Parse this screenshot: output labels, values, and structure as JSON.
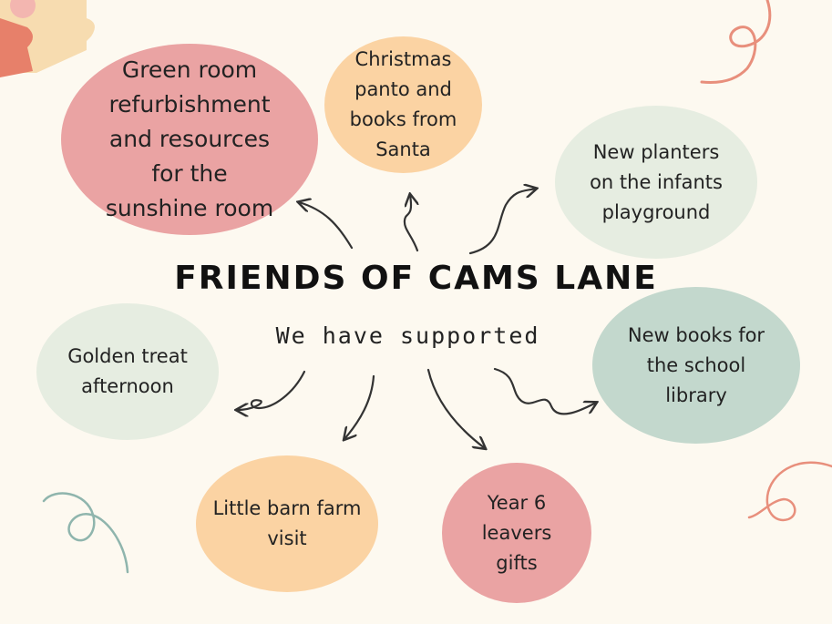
{
  "title": "FRIENDS OF CAMS LANE",
  "subtitle": "We have supported",
  "nodes": {
    "green_room": "Green room\nrefurbishment\nand resources\nfor the\nsunshine room",
    "panto": "Christmas\npanto and\nbooks from\nSanta",
    "planters": "New planters\non the infants\nplayground",
    "golden_treat": "Golden treat\nafternoon",
    "library_books": "New books for\nthe school\nlibrary",
    "barn_farm": "Little barn farm\nvisit",
    "year6": "Year 6\nleavers\ngifts"
  },
  "colors": {
    "background": "#fdf9f0",
    "pink": "#eaa3a3",
    "peach": "#fbd3a3",
    "sage_light": "#e6ede1",
    "sage": "#c3d8cd",
    "arrow": "#333333"
  }
}
